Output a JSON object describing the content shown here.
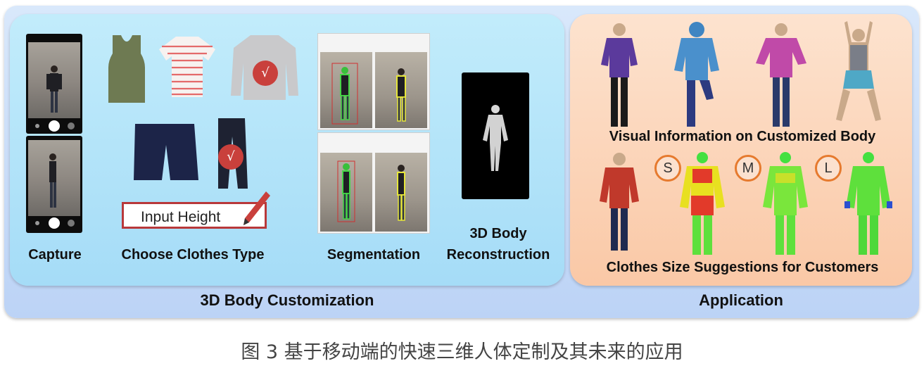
{
  "left_panel": {
    "title": "3D Body Customization",
    "steps": {
      "capture": "Capture",
      "choose": "Choose Clothes Type",
      "segmentation": "Segmentation",
      "reconstruction_line1": "3D Body",
      "reconstruction_line2": "Reconstruction"
    },
    "input_height": "Input Height",
    "check_mark": "√"
  },
  "right_panel": {
    "title": "Application",
    "visual_info": "Visual Information on Customized Body",
    "size_suggestions": "Clothes Size Suggestions for Customers",
    "sizes": [
      "S",
      "M",
      "L"
    ]
  },
  "caption": "图 3 基于移动端的快速三维人体定制及其未来的应用",
  "colors": {
    "check_circle": "#c9403c",
    "size_badge_border": "#e67a2e",
    "input_border": "#b8383a"
  }
}
